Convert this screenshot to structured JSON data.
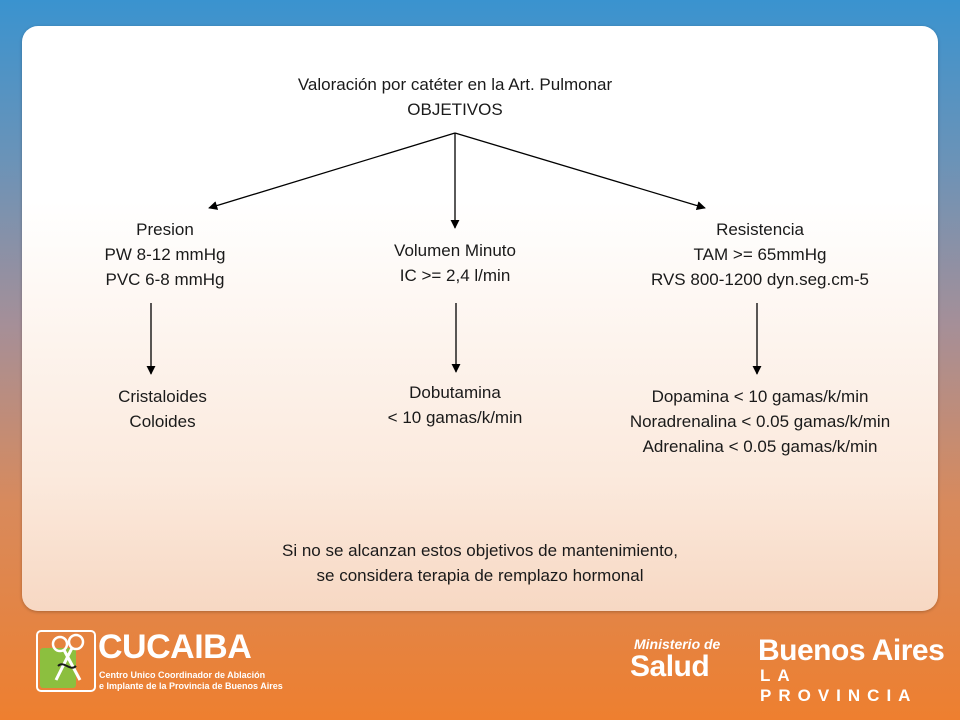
{
  "title": {
    "line1": "Valoración por catéter en la Art. Pulmonar",
    "line2": "OBJETIVOS"
  },
  "branches": {
    "presion": {
      "heading": "Presion",
      "lines": [
        "PW 8-12 mmHg",
        "PVC 6-8 mmHg"
      ],
      "treatments": [
        "Cristaloides",
        "Coloides"
      ]
    },
    "volumen": {
      "heading": "Volumen Minuto",
      "lines": [
        "IC >= 2,4 l/min"
      ],
      "treatments": [
        "Dobutamina",
        "< 10 gamas/k/min"
      ]
    },
    "resistencia": {
      "heading": "Resistencia",
      "lines": [
        "TAM >= 65mmHg",
        "RVS 800-1200 dyn.seg.cm-5"
      ],
      "treatments": [
        "Dopamina < 10 gamas/k/min",
        "Noradrenalina < 0.05 gamas/k/min",
        "Adrenalina < 0.05 gamas/k/min"
      ]
    }
  },
  "note": {
    "line1": "Si no se alcanzan estos objetivos de mantenimiento,",
    "line2": "se considera terapia de remplazo hormonal"
  },
  "footer": {
    "cucaiba_name": "CUCAIBA",
    "cucaiba_sub1": "Centro Unico Coordinador de Ablación",
    "cucaiba_sub2": "e Implante de la Provincia de Buenos Aires",
    "ministerio_line1": "Ministerio de",
    "ministerio_line2": "Salud",
    "provincia_line1": "Buenos Aires",
    "provincia_line2": "LA PROVINCIA"
  },
  "colors": {
    "arrow": "#000000",
    "text": "#1a1a1a",
    "footer_text": "#ffffff"
  }
}
